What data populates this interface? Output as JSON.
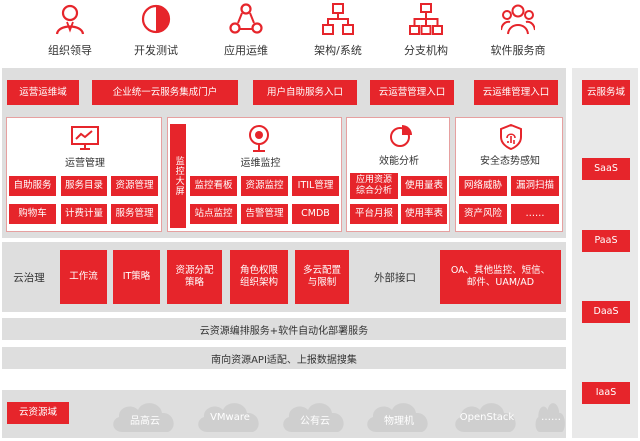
{
  "top_icons": [
    {
      "label": "组织领导",
      "icon": "user-icon"
    },
    {
      "label": "开发测试",
      "icon": "half-circle-icon"
    },
    {
      "label": "应用运维",
      "icon": "network-icon"
    },
    {
      "label": "架构/系统",
      "icon": "architecture-icon"
    },
    {
      "label": "分支机构",
      "icon": "hierarchy-icon"
    },
    {
      "label": "软件服务商",
      "icon": "group-icon"
    }
  ],
  "top_row": [
    "运营运维域",
    "企业统一云服务集成门户",
    "用户自助服务入口",
    "云运营管理入口",
    "云运维管理入口"
  ],
  "right_layers": [
    "云服务域",
    "SaaS",
    "PaaS",
    "DaaS",
    "IaaS"
  ],
  "ops": {
    "title": "运营管理",
    "items": [
      "自助服务",
      "服务目录",
      "资源管理",
      "购物车",
      "计费计量",
      "服务管理"
    ]
  },
  "monitor": {
    "side": "监控大屏",
    "title": "运维监控",
    "items": [
      "监控看板",
      "资源监控",
      "ITIL管理",
      "站点监控",
      "告警管理",
      "CMDB"
    ]
  },
  "perf": {
    "title": "效能分析",
    "items": [
      "应用资源\n综合分析",
      "使用量表",
      "平台月报",
      "使用率表"
    ]
  },
  "security": {
    "title": "安全态势感知",
    "items": [
      "网络威胁",
      "漏洞扫描",
      "资产风险",
      "……"
    ]
  },
  "governance": {
    "label": "云治理",
    "items": [
      "工作流",
      "IT策略",
      "资源分配\n策略",
      "角色权限\n组织架构",
      "多云配置\n与限制"
    ],
    "external_label": "外部接口",
    "external_box": "OA、其他监控、短信、\n邮件、UAM/AD"
  },
  "bar1": "云资源编排服务+软件自动化部署服务",
  "bar2": "南向资源API适配、上报数据搜集",
  "bottom": {
    "label": "云资源域",
    "clouds": [
      "品高云",
      "VMware",
      "公有云",
      "物理机",
      "OpenStack",
      "……"
    ]
  }
}
